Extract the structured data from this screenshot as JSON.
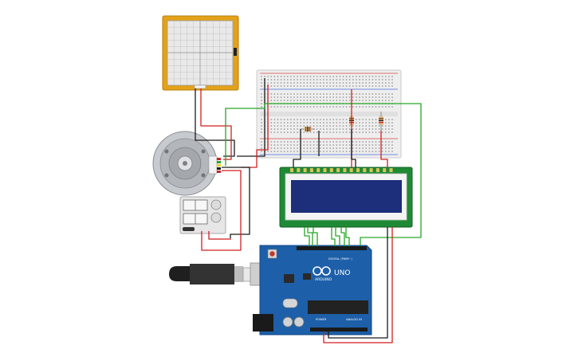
{
  "colors": {
    "background": "#ffffff",
    "breadboard": "#eeeeee",
    "breadboard_hole": "#9a9a9a",
    "rail_red": "#d94a4a",
    "rail_blue": "#4a6fd9",
    "lcd_pcb": "#1f8a35",
    "lcd_screen": "#1d2f7a",
    "arduino_pcb": "#1d5fa8",
    "touch_frame": "#e4a21a",
    "touch_grid": "#bfbfbf",
    "wire_red": "#d11f1f",
    "wire_black": "#1a1a1a",
    "wire_green": "#27a627",
    "resistor_body": "#d9b98a",
    "motor_metal": "#b9bdc2",
    "chip": "#222222"
  },
  "arduino": {
    "logo_text": "ARDUINO",
    "model_text": "UNO",
    "digital_label": "DIGITAL (PWM~)",
    "power_label": "POWER",
    "analog_label": "ANALOG IN",
    "icons": [
      "infinity-logo-icon",
      "usb-connector-icon",
      "dc-jack-icon",
      "reset-button-icon"
    ]
  },
  "components": {
    "touch_panel": {
      "icon": "touch-panel-icon"
    },
    "breadboard": {
      "icon": "breadboard-icon"
    },
    "motor": {
      "icon": "servo-motor-icon"
    },
    "motor_driver": {
      "icon": "motor-driver-icon"
    },
    "lcd": {
      "icon": "lcd-16x2-icon"
    },
    "usb_cable": {
      "icon": "usb-cable-icon"
    },
    "resistors": {
      "icon": "resistor-icon"
    }
  }
}
